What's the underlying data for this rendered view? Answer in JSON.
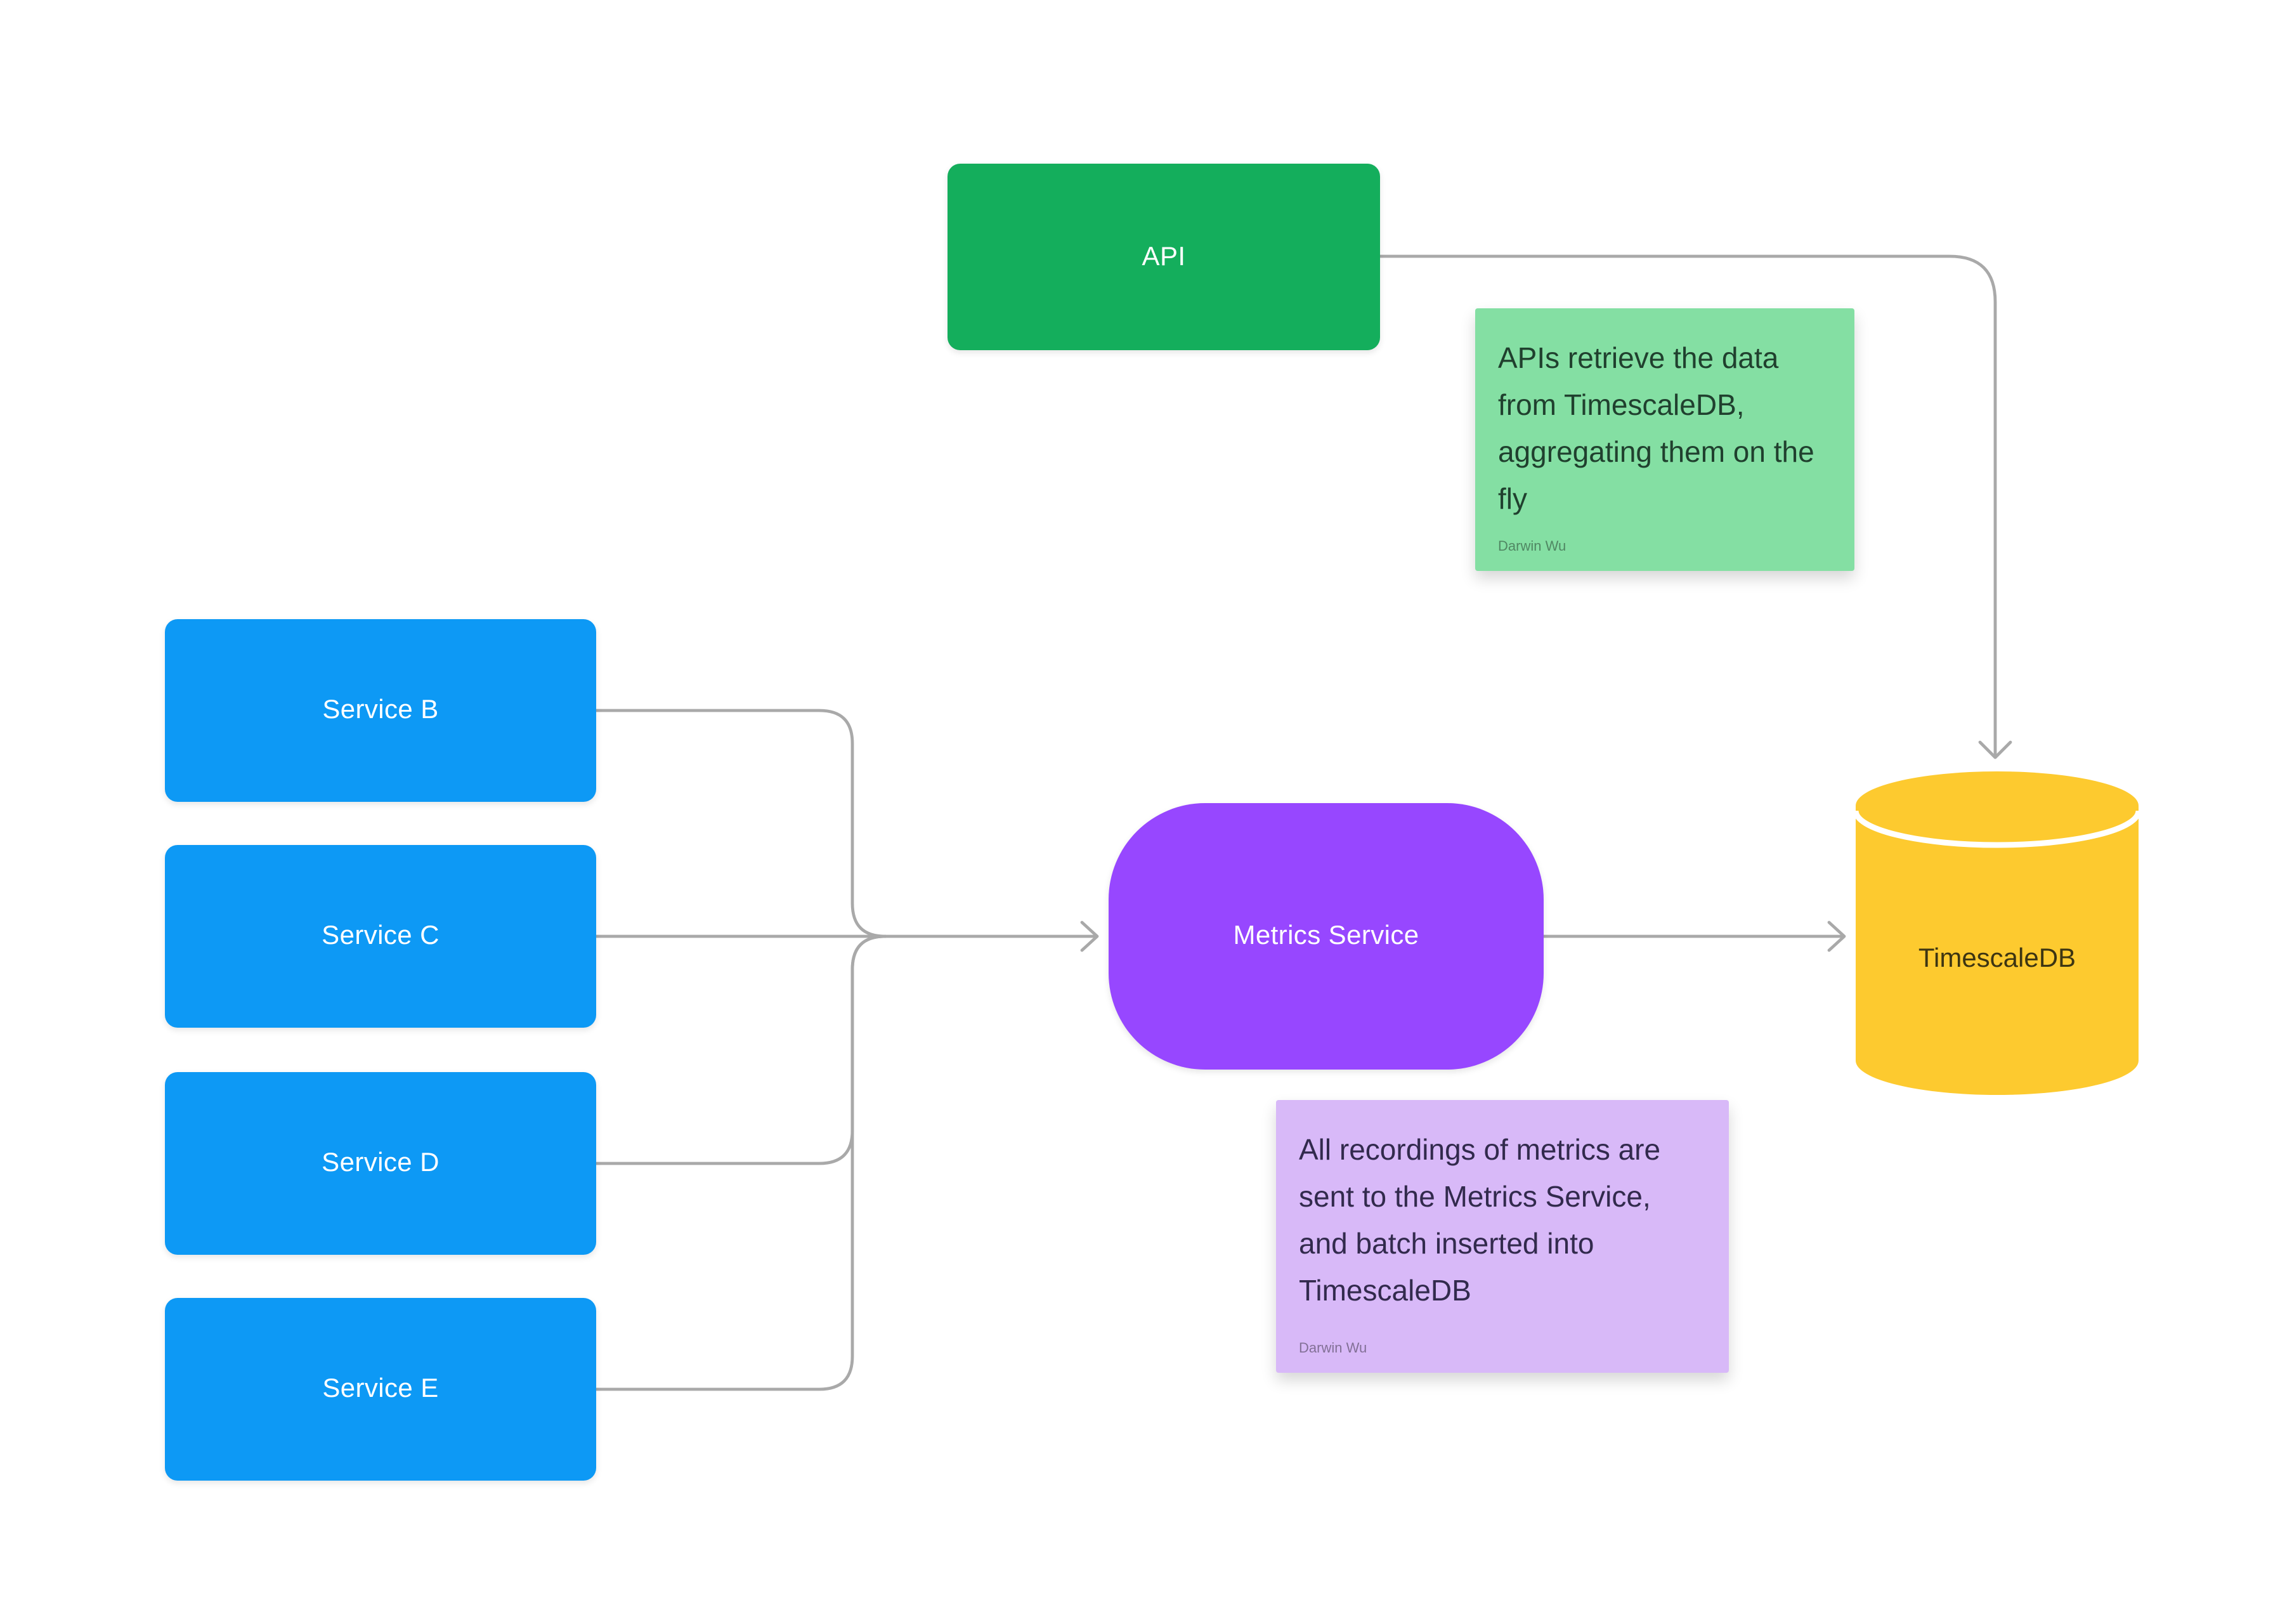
{
  "canvas": {
    "background": "#FFFFFF",
    "connector_color": "#A9A9A9"
  },
  "nodes": {
    "api": {
      "label": "API",
      "color": "#14AE5C",
      "shape": "rectangle"
    },
    "services": [
      {
        "label": "Service B",
        "color": "#0D99F5"
      },
      {
        "label": "Service C",
        "color": "#0D99F5"
      },
      {
        "label": "Service D",
        "color": "#0D99F5"
      },
      {
        "label": "Service E",
        "color": "#0D99F5"
      }
    ],
    "metrics": {
      "label": "Metrics Service",
      "color": "#9747FF",
      "shape": "rounded-rectangle"
    },
    "db": {
      "label": "TimescaleDB",
      "color": "#FDCA2F",
      "label_color": "#3D3512",
      "shape": "cylinder"
    }
  },
  "notes": [
    {
      "text": "APIs retrieve the data from TimescaleDB, aggregating them on the fly",
      "author": "Darwin Wu",
      "color": "#84DFA3"
    },
    {
      "text": "All recordings of metrics are sent to the Metrics Service, and batch inserted into TimescaleDB",
      "author": "Darwin Wu",
      "color": "#D8B9F8"
    }
  ],
  "connectors": [
    {
      "from": "api",
      "to": "timescaledb"
    },
    {
      "from": "service-b",
      "to": "metrics-service"
    },
    {
      "from": "service-c",
      "to": "metrics-service"
    },
    {
      "from": "service-d",
      "to": "metrics-service"
    },
    {
      "from": "service-e",
      "to": "metrics-service"
    },
    {
      "from": "metrics-service",
      "to": "timescaledb"
    }
  ]
}
